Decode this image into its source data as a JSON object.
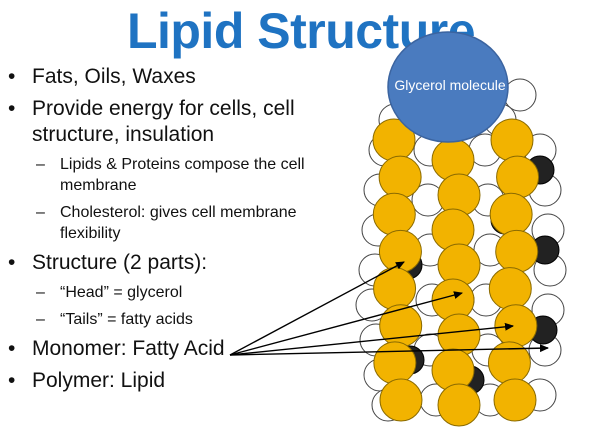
{
  "slide": {
    "title": "Lipid Structure",
    "bullets": [
      {
        "level": 1,
        "text": "Fats, Oils, Waxes"
      },
      {
        "level": 1,
        "text": "Provide energy for cells, cell structure, insulation"
      },
      {
        "level": 2,
        "text": "Lipids & Proteins compose the cell membrane"
      },
      {
        "level": 2,
        "text": "Cholesterol: gives cell membrane flexibility"
      },
      {
        "level": 1,
        "text": "Structure (2 parts):"
      },
      {
        "level": 2,
        "text": "“Head” = glycerol"
      },
      {
        "level": 2,
        "text": "“Tails” = fatty acids"
      },
      {
        "level": 1,
        "text": "Monomer: Fatty Acid"
      },
      {
        "level": 1,
        "text": "Polymer: Lipid"
      }
    ]
  },
  "diagram": {
    "head_label": "Glycerol molecule",
    "colors": {
      "title": "#1f73c2",
      "head": "#4a7bbf",
      "tail_atom": "#f2b300",
      "hydrogen": "#ffffff",
      "arrow": "#000000"
    },
    "icons": [
      "glycerol-head",
      "fatty-acid-chain",
      "annotation-arrow"
    ]
  }
}
